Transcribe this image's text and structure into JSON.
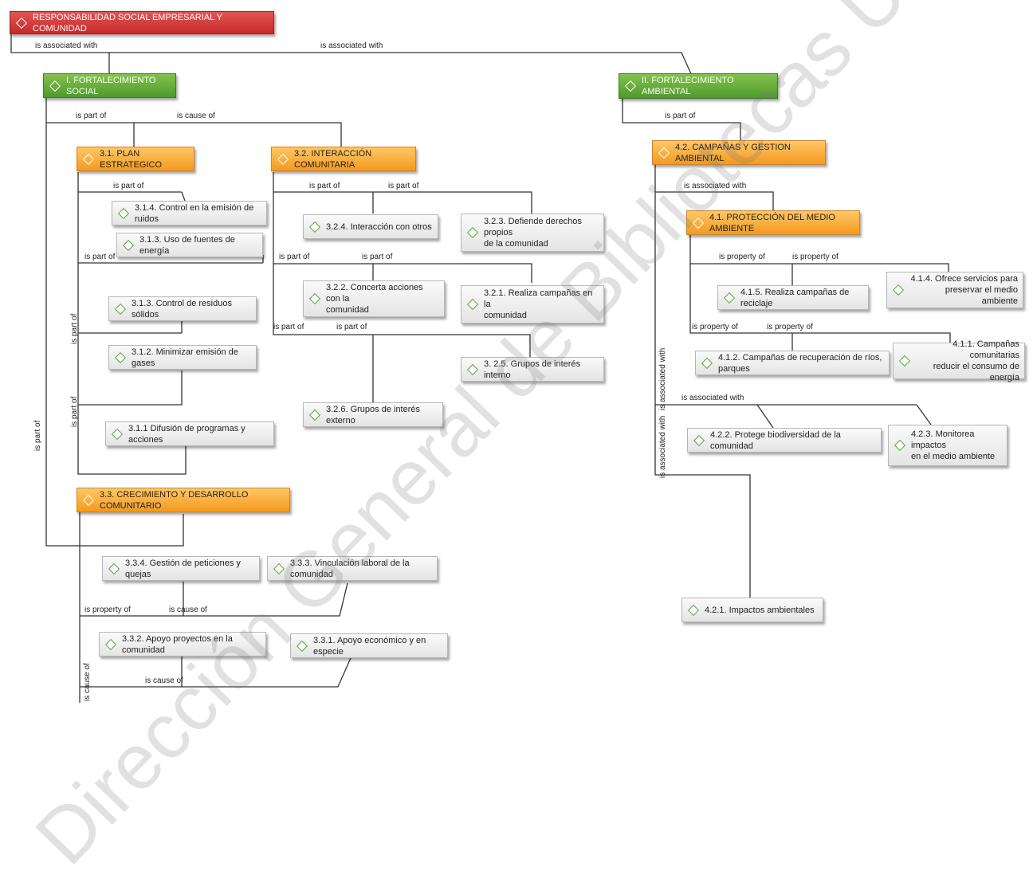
{
  "watermark": "Dirección General de Bibliotecas UAQ",
  "nodes": {
    "root": "RESPONSABILIDAD SOCIAL EMPRESARIAL Y COMUNIDAD",
    "social": "I. FORTALECIMIENTO SOCIAL",
    "ambiental": "II. FORTALECIMIENTO AMBIENTAL",
    "plan": "3.1. PLAN ESTRATEGICO",
    "interaccion": "3.2. INTERACCIÓN COMUNITARIA",
    "crecimiento": "3.3. CRECIMIENTO Y DESARROLLO COMUNITARIO",
    "campanas": "4.2. CAMPAÑAS Y GESTION AMBIENTAL",
    "proteccion": "4.1. PROTECCIÓN DEL MEDIO AMBIENTE",
    "n314": "3.1.4. Control en la emisión de ruidos",
    "n313a": "3.1.3. Uso de fuentes de energía",
    "n313b": "3.1.3. Control de residuos sólidos",
    "n312": "3.1.2. Minimizar emisión de gases",
    "n311": "3.1.1  Difusión de programas y acciones",
    "n324": "3.2.4. Interacción con otros",
    "n323": [
      "3.2.3. Defiende derechos propios",
      "de la comunidad"
    ],
    "n322": [
      "3.2.2.  Concerta acciones con la",
      "comunidad"
    ],
    "n321": [
      "3.2.1. Realiza campañas en la",
      "comunidad"
    ],
    "n325": "3. 2.5. Grupos de interés interno",
    "n326": "3.2.6. Grupos de interés externo",
    "n334": "3.3.4. Gestión de peticiones y quejas",
    "n333": "3.3.3. Vinculación laboral de la comunidad",
    "n332": "3.3.2. Apoyo proyectos en la comunidad",
    "n331": "3.3.1.  Apoyo económico y en especie",
    "n414": [
      "4.1.4. Ofrece servicios para",
      "preservar el medio ambiente"
    ],
    "n415": "4.1.5. Realiza campañas de reciclaje",
    "n412": "4.1.2. Campañas de recuperación de ríos, parques",
    "n411": [
      "4.1.1. Campañas comunitarias",
      "reducir el consumo de energía"
    ],
    "n422": "4.2.2.  Protege biodiversidad de la comunidad",
    "n423": [
      "4.2.3. Monitorea impactos",
      "en el medio ambiente"
    ],
    "n421": "4.2.1. Impactos ambientales"
  },
  "relations": {
    "assoc": "is associated with",
    "part": "is part of",
    "cause": "is cause of",
    "property": "is property of"
  }
}
